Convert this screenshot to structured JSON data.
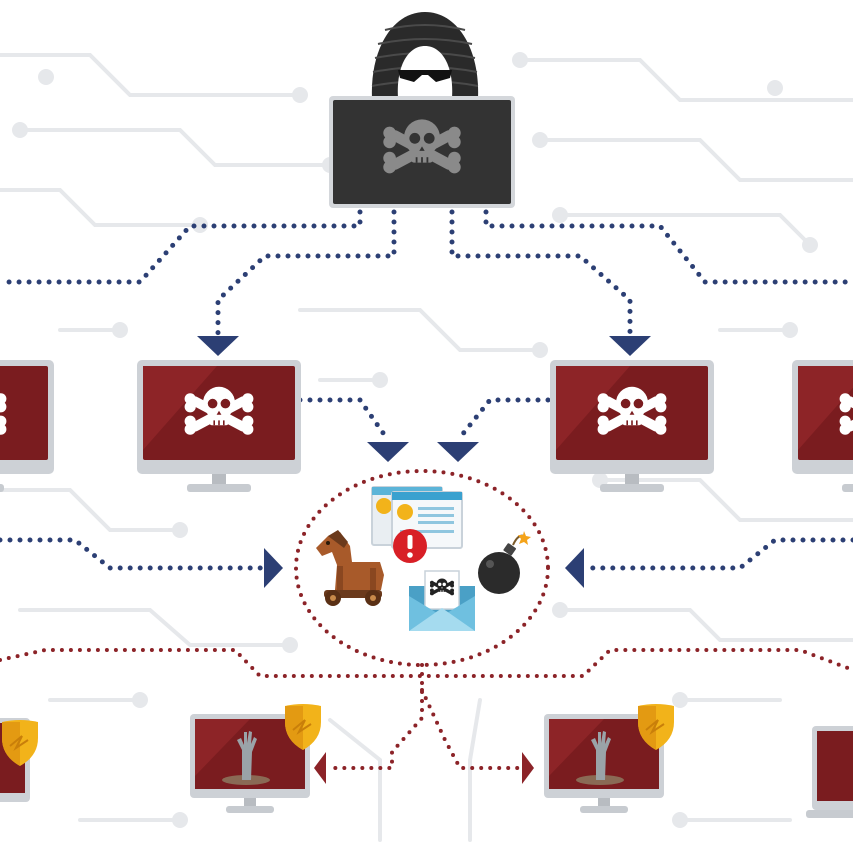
{
  "scene": {
    "subject": "",
    "colors": {
      "background": "#ffffff",
      "circuit": "#e6e8eb",
      "attack_link": "#2c3f74",
      "spread_link": "#8c2328",
      "infected_screen": "#7a1c1f",
      "attacker_screen": "#333333",
      "shield": "#f2b31a",
      "monitor_frame": "#cdd1d6"
    }
  },
  "attacker": {
    "icon": "hooded-hacker-icon",
    "laptop_icon": "skull-crossbones-icon"
  },
  "infected_computers": [
    {
      "id": "far-left",
      "icon": "skull-crossbones-icon"
    },
    {
      "id": "left",
      "icon": "skull-crossbones-icon"
    },
    {
      "id": "right",
      "icon": "skull-crossbones-icon"
    },
    {
      "id": "far-right",
      "icon": "skull-crossbones-icon"
    }
  ],
  "malware_payload": {
    "items": [
      "trojan-horse-icon",
      "popup-alert-icon",
      "bomb-icon",
      "infected-email-icon"
    ]
  },
  "zombie_computers": [
    {
      "id": "far-left",
      "icon": "zombie-hand-icon",
      "shield": "shield-icon"
    },
    {
      "id": "left",
      "icon": "zombie-hand-icon",
      "shield": "shield-icon"
    },
    {
      "id": "right",
      "icon": "zombie-hand-icon",
      "shield": "shield-icon"
    },
    {
      "id": "far-right",
      "icon": "zombie-hand-icon",
      "shield": ""
    }
  ]
}
